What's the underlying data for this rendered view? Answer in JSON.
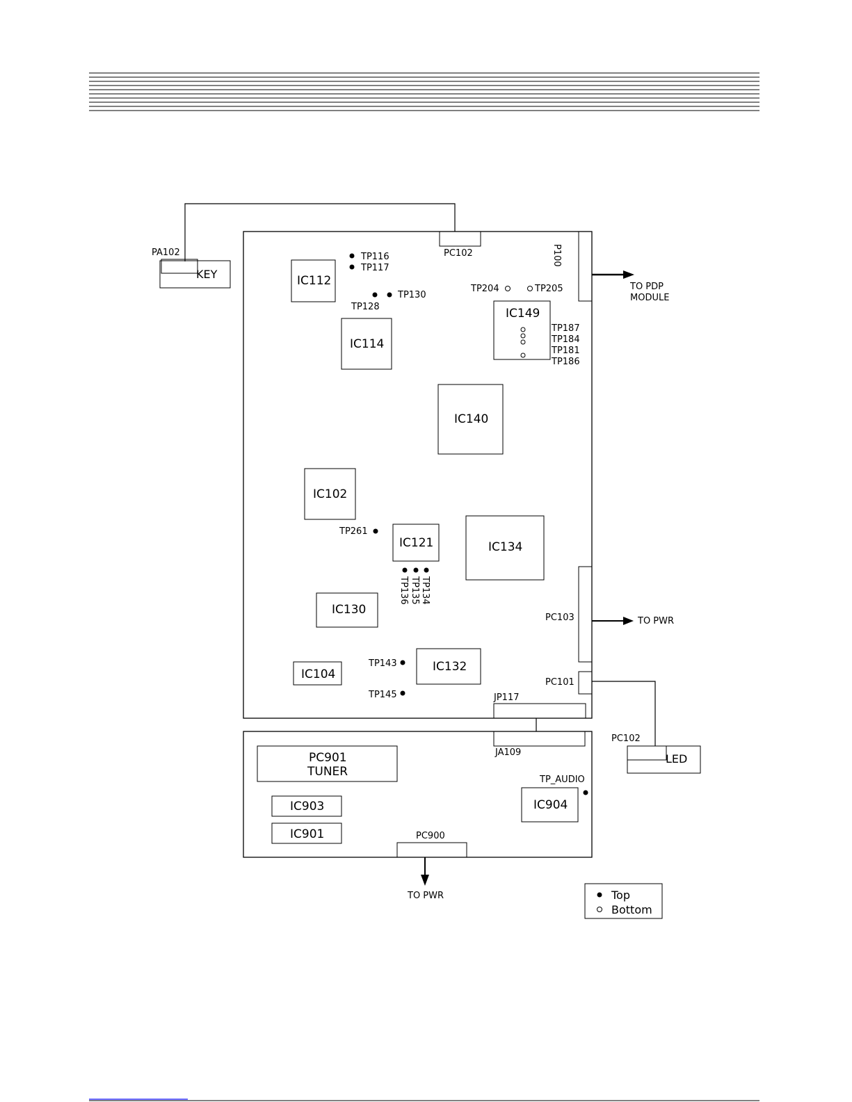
{
  "board": {
    "ics": {
      "ic112": "IC112",
      "ic114": "IC114",
      "ic149": "IC149",
      "ic140": "IC140",
      "ic102": "IC102",
      "ic121": "IC121",
      "ic134": "IC134",
      "ic130": "IC130",
      "ic132": "IC132",
      "ic104": "IC104",
      "ic903": "IC903",
      "ic901": "IC901",
      "ic904": "IC904"
    },
    "tuner": {
      "line1": "PC901",
      "line2": "TUNER"
    },
    "connectors": {
      "pa102": "PA102",
      "key": "KEY",
      "pc102_top": "PC102",
      "p100": "P100",
      "pc103": "PC103",
      "pc101": "PC101",
      "jp117": "JP117",
      "ja109": "JA109",
      "pc102_led": "PC102",
      "led": "LED",
      "pc900": "PC900"
    },
    "test_points": {
      "tp116": "TP116",
      "tp117": "TP117",
      "tp128": "TP128",
      "tp130": "TP130",
      "tp204": "TP204",
      "tp205": "TP205",
      "tp187": "TP187",
      "tp184": "TP184",
      "tp181": "TP181",
      "tp186": "TP186",
      "tp261": "TP261",
      "tp136": "TP136",
      "tp135": "TP135",
      "tp134": "TP134",
      "tp143": "TP143",
      "tp145": "TP145",
      "tp_audio": "TP_AUDIO"
    },
    "arrows": {
      "pdp_line1": "TO PDP",
      "pdp_line2": "MODULE",
      "pwr_right": "TO PWR",
      "pwr_bottom": "TO PWR"
    }
  },
  "legend": {
    "top": "Top",
    "bottom": "Bottom"
  }
}
